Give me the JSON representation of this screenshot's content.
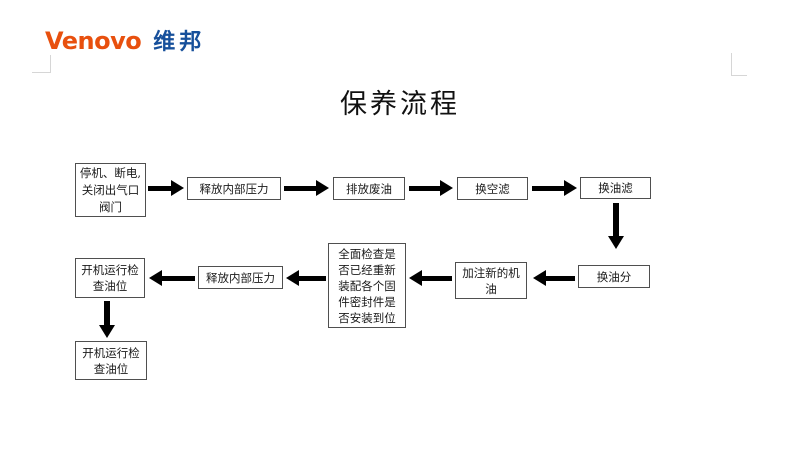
{
  "header": {
    "logo": {
      "brand_en": "Venovo",
      "brand_cn": "维邦"
    },
    "title": "保养流程"
  },
  "colors": {
    "brand_orange": "#E8500E",
    "brand_blue": "#17509B",
    "box_border": "#4F4F4F",
    "arrow": "#000000"
  },
  "flow": {
    "boxes": [
      {
        "id": "stop-machine",
        "label": "停机、断电,\n关闭出气口\n阀门"
      },
      {
        "id": "release-pressure-1",
        "label": "释放内部压力"
      },
      {
        "id": "drain-waste-oil",
        "label": "排放废油"
      },
      {
        "id": "change-air-filter",
        "label": "换空滤"
      },
      {
        "id": "change-oil-filter",
        "label": "换油滤"
      },
      {
        "id": "change-oil-separator",
        "label": "换油分"
      },
      {
        "id": "add-new-oil",
        "label": "加注新的机\n油"
      },
      {
        "id": "overall-check",
        "label": "全面检查是\n否已经重新\n装配各个固\n件密封件是\n否安装到位"
      },
      {
        "id": "release-pressure-2",
        "label": "释放内部压力"
      },
      {
        "id": "run-check-oil-level-1",
        "label": "开机运行检\n查油位"
      },
      {
        "id": "run-check-oil-level-2",
        "label": "开机运行检\n查油位"
      }
    ]
  }
}
